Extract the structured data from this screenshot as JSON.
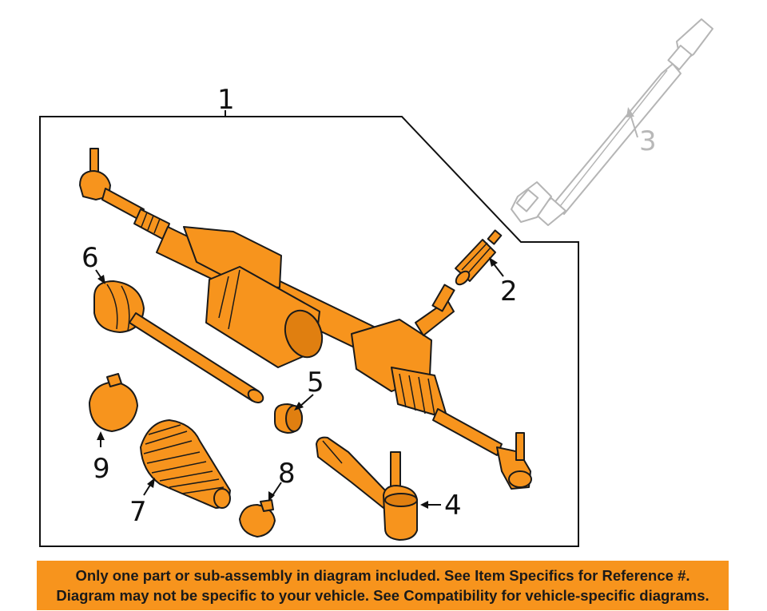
{
  "diagram": {
    "callouts": {
      "c1": "1",
      "c2": "2",
      "c3": "3",
      "c4": "4",
      "c5": "5",
      "c6": "6",
      "c7": "7",
      "c8": "8",
      "c9": "9"
    },
    "colors": {
      "part": "#f7941d",
      "ghost": "#b5b5b5",
      "outline": "#1a1a1a"
    }
  },
  "notice": {
    "line1": "Only one part or sub-assembly in diagram included. See Item Specifics for Reference #.",
    "line2": "Diagram may not be specific to your vehicle. See Compatibility for vehicle-specific diagrams.",
    "background": "#f7941d"
  }
}
